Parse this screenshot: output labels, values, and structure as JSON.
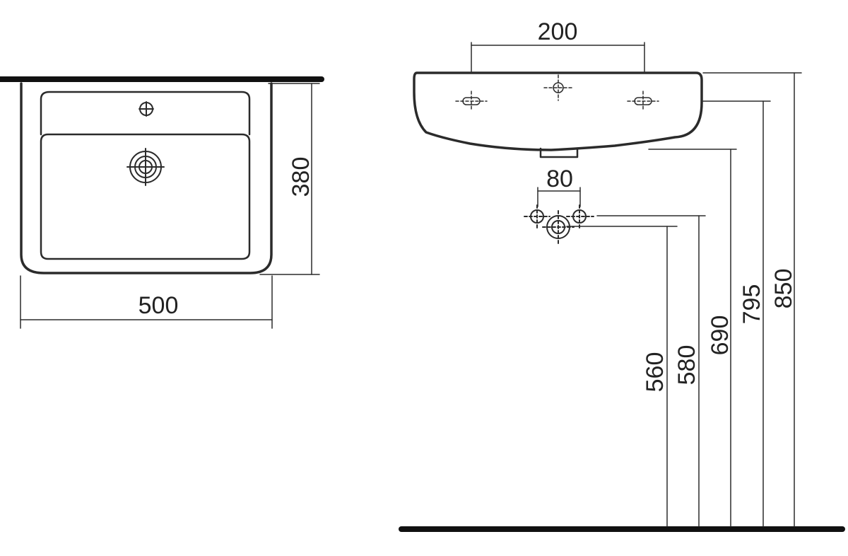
{
  "colors": {
    "line": "#2b2b2b",
    "wall": "#111111",
    "background": "#ffffff"
  },
  "dimensions": {
    "top_view": {
      "width": "500",
      "depth": "380"
    },
    "front_view": {
      "tap_spacing": "200",
      "waste_spacing": "80",
      "heights": [
        "560",
        "580",
        "690",
        "795",
        "850"
      ]
    }
  }
}
